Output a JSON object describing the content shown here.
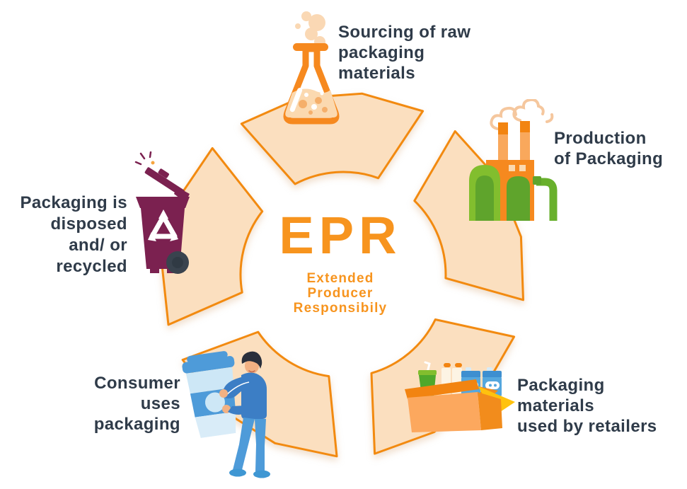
{
  "diagram": {
    "center": {
      "acronym": "EPR",
      "subtitle_lines": [
        "Extended",
        "Producer",
        "Responsibily"
      ]
    },
    "stages": [
      {
        "id": "sourcing",
        "icon": "flask-icon",
        "label_lines": [
          "Sourcing of raw",
          "packaging",
          "materials"
        ]
      },
      {
        "id": "production",
        "icon": "factory-icon",
        "label_lines": [
          "Production",
          "of Packaging"
        ]
      },
      {
        "id": "retailers",
        "icon": "open-box-icon",
        "label_lines": [
          "Packaging",
          "materials",
          "used by retailers"
        ]
      },
      {
        "id": "consumer",
        "icon": "person-with-cup-icon",
        "label_lines": [
          "Consumer",
          "uses",
          "packaging"
        ]
      },
      {
        "id": "disposal",
        "icon": "recycling-bin-icon",
        "label_lines": [
          "Packaging is",
          "disposed",
          "and/ or",
          "recycled"
        ]
      }
    ],
    "colors": {
      "accent_orange": "#F28A10",
      "icon_orange": "#F6891F",
      "segment_fill": "#FBDFBF",
      "label_text": "#2F3B49",
      "center_text_orange": "#F7941E",
      "bin_burgundy": "#7B2150",
      "leaf_green_dark": "#5FA42C",
      "leaf_green_light": "#82BE2E",
      "cup_blue": "#4E9BD9",
      "cup_light_blue": "#CDE7F6",
      "flap_yellow": "#FFC20E",
      "wheel_slate": "#39434E",
      "skin_tan": "#F2B183"
    }
  }
}
